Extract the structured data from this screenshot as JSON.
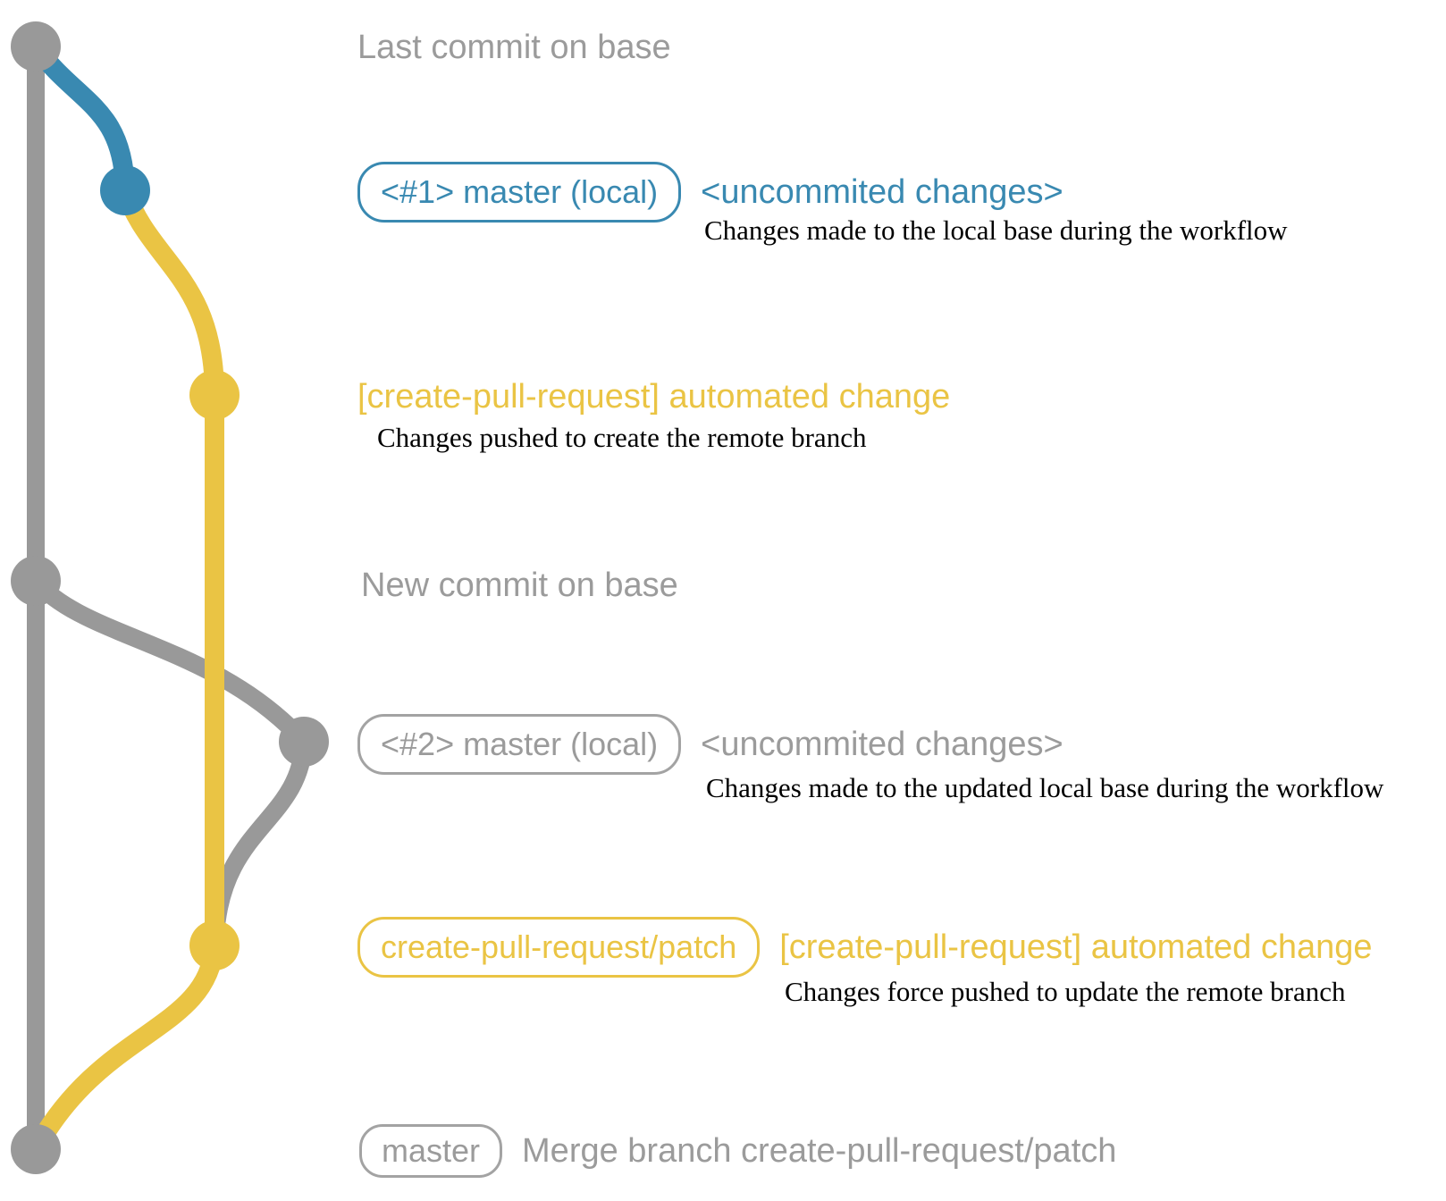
{
  "colors": {
    "base_gray": "#999999",
    "local_blue": "#3989b1",
    "patch_yellow": "#eac444",
    "annotation_gray": "#9b9b9b",
    "description_black": "#000000"
  },
  "annotations": {
    "last_commit": {
      "label": "Last commit on base"
    },
    "local1": {
      "badge": "<#1> master (local)",
      "heading": "<uncommited changes>",
      "description": "Changes made to the local base during the workflow"
    },
    "patch1": {
      "heading": "[create-pull-request] automated change",
      "description": "Changes pushed to create the remote branch"
    },
    "new_commit": {
      "label": "New commit on base"
    },
    "local2": {
      "badge": "<#2> master (local)",
      "heading": "<uncommited changes>",
      "description": "Changes made to the updated local base during the workflow"
    },
    "patch2": {
      "badge": "create-pull-request/patch",
      "heading": "[create-pull-request] automated change",
      "description": "Changes force pushed to update the remote branch"
    },
    "merge": {
      "badge": "master",
      "heading": "Merge branch create-pull-request/patch"
    }
  }
}
